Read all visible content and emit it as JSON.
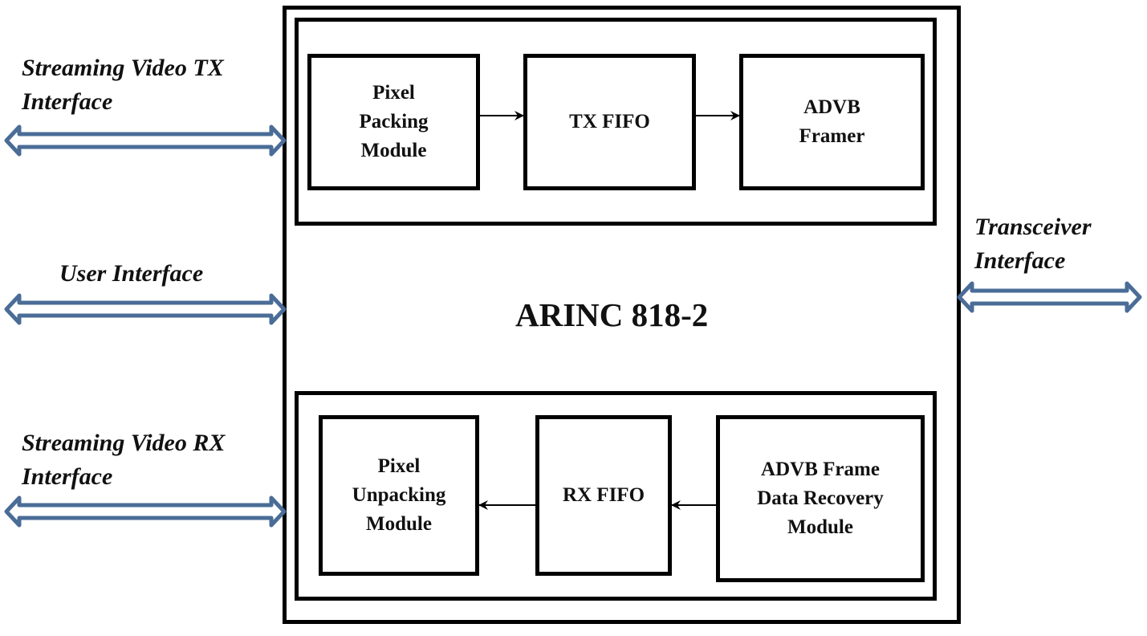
{
  "diagram": {
    "title": "ARINC 818-2",
    "interfaces": {
      "tx_video": "Streaming  Video TX\nInterface",
      "user": "User Interface",
      "rx_video": "Streaming Video RX\nInterface",
      "transceiver": "Transceiver\nInterface"
    },
    "tx_path": {
      "blocks": [
        {
          "label": "Pixel\nPacking\nModule"
        },
        {
          "label": "TX FIFO"
        },
        {
          "label": "ADVB\nFramer"
        }
      ]
    },
    "rx_path": {
      "blocks": [
        {
          "label": "Pixel\nUnpacking\nModule"
        },
        {
          "label": "RX FIFO"
        },
        {
          "label": "ADVB Frame\nData Recovery\nModule"
        }
      ]
    },
    "colors": {
      "interface_arrow": "#4a6c97",
      "block_border": "#000000"
    }
  }
}
